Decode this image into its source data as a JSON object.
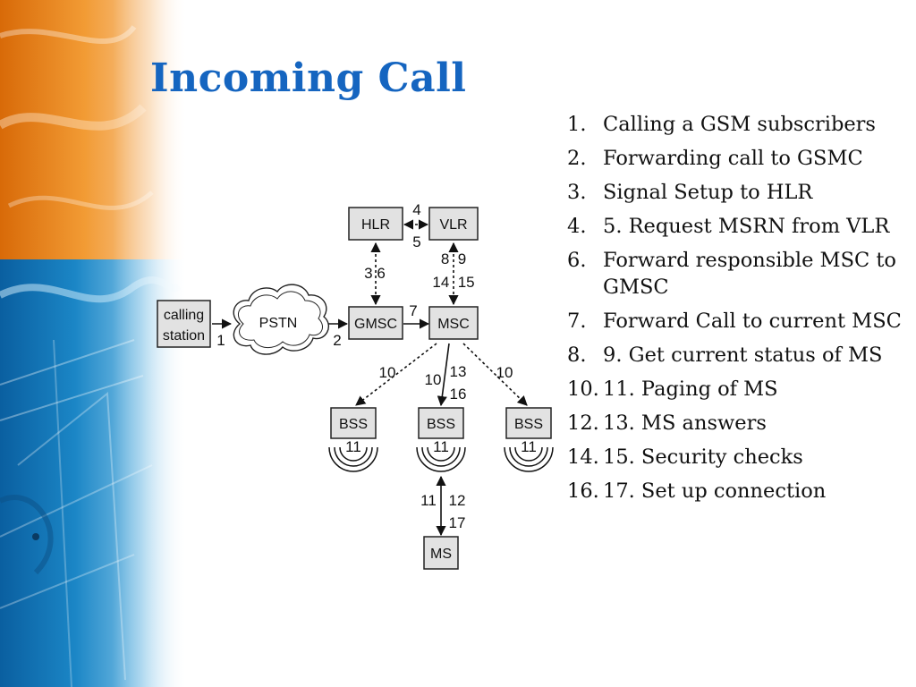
{
  "slide": {
    "title": "Incoming Call"
  },
  "diagram": {
    "nodes": {
      "hlr": "HLR",
      "vlr": "VLR",
      "calling_line1": "calling",
      "calling_line2": "station",
      "pstn": "PSTN",
      "gmsc": "GMSC",
      "msc": "MSC",
      "bss_left": "BSS",
      "bss_mid": "BSS",
      "bss_right": "BSS",
      "ms": "MS"
    },
    "edge_labels": {
      "hlr_vlr_top": "4",
      "hlr_vlr_bottom": "5",
      "hlr_gmsc": "3 6",
      "vlr_msc_top": "8  9",
      "vlr_msc_bottom": "14  15",
      "calling_pstn": "1",
      "pstn_gmsc": "2",
      "gmsc_msc": "7",
      "msc_bss_left": "10",
      "msc_bss_mid": "10",
      "msc_bss_mid_b": "13",
      "msc_bss_mid_c": "16",
      "msc_bss_right": "10",
      "bss_left_radio": "11",
      "bss_mid_radio": "11",
      "bss_right_radio": "11",
      "ms_up_a": "11",
      "ms_up_b": "12",
      "ms_up_c": "17"
    }
  },
  "steps": [
    {
      "num": "1.",
      "text": "Calling a GSM subscribers"
    },
    {
      "num": "2.",
      "text": "Forwarding call to GSMC"
    },
    {
      "num": "3.",
      "text": "Signal Setup to HLR"
    },
    {
      "num": "4.",
      "text": "5. Request MSRN from VLR"
    },
    {
      "num": "6.",
      "text": "Forward responsible MSC to GMSC"
    },
    {
      "num": "7.",
      "text": "Forward Call to current MSC"
    },
    {
      "num": "8.",
      "text": "9. Get current status of MS"
    },
    {
      "num": "10.",
      "text": "11. Paging of MS"
    },
    {
      "num": "12.",
      "text": "13. MS answers"
    },
    {
      "num": "14.",
      "text": "15. Security checks"
    },
    {
      "num": "16.",
      "text": "17. Set up connection"
    }
  ],
  "colors": {
    "title": "#1565c0",
    "node_fill": "#e2e2e2",
    "node_stroke": "#222222",
    "art_orange": "#f28c1e",
    "art_blue": "#1b86c6"
  }
}
